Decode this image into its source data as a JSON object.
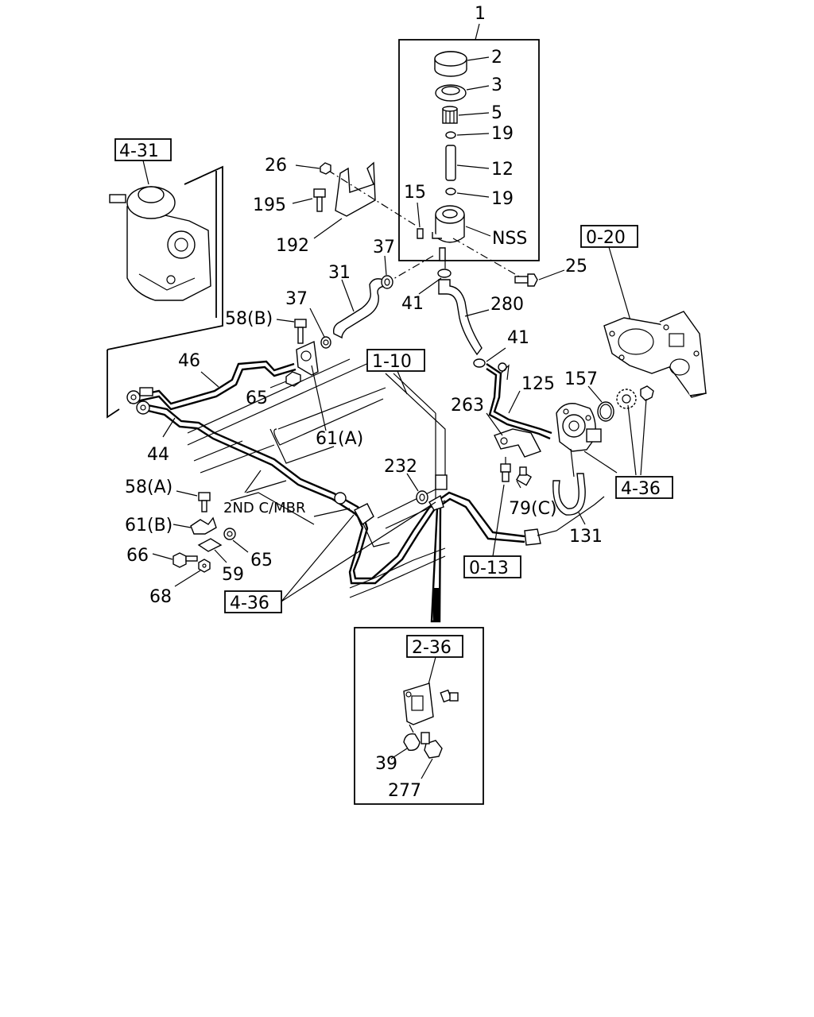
{
  "callouts": {
    "c1": "1",
    "c2": "2",
    "c3": "3",
    "c5": "5",
    "c19a": "19",
    "c12": "12",
    "c19b": "19",
    "cNSS": "NSS",
    "c15": "15",
    "c26": "26",
    "c195": "195",
    "c192": "192",
    "c37a": "37",
    "c31": "31",
    "c25": "25",
    "c41a": "41",
    "c280": "280",
    "c37b": "37",
    "c58b": "58(B)",
    "c41b": "41",
    "c46": "46",
    "c65a": "65",
    "c61a": "61(A)",
    "c125": "125",
    "c157": "157",
    "c263": "263",
    "c44": "44",
    "c232": "232",
    "c58a": "58(A)",
    "c2ndmbr": "2ND C/MBR",
    "c79c": "79(C)",
    "c61b": "61(B)",
    "c65b": "65",
    "c131": "131",
    "c66": "66",
    "c59": "59",
    "c68": "68",
    "c39": "39",
    "c277": "277"
  },
  "ref_boxes": {
    "r431": "4-31",
    "r110": "1-10",
    "r020": "0-20",
    "r436a": "4-36",
    "r013": "0-13",
    "r436b": "4-36",
    "r236": "2-36"
  }
}
